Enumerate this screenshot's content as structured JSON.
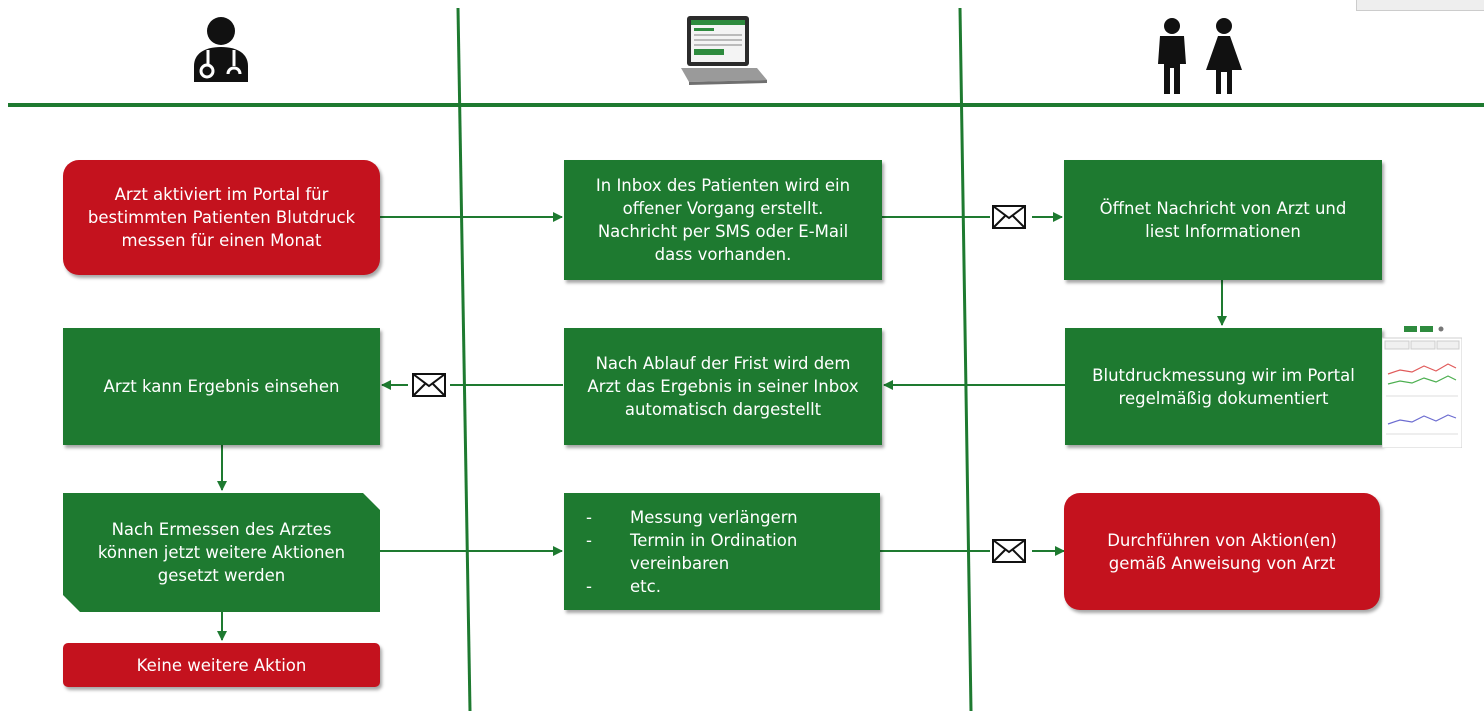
{
  "lanes": {
    "doctor_icon": "doctor-icon",
    "portal_icon": "laptop-icon",
    "patient_icon": "patients-icon"
  },
  "colors": {
    "green": "#1e7a30",
    "red": "#c4121e",
    "line": "#1e7a30"
  },
  "boxes": {
    "arzt_aktiviert": "Arzt aktiviert im Portal für bestimmten Patienten Blutdruck messen für einen Monat",
    "inbox_vorgang": "In Inbox des Patienten wird ein offener Vorgang erstellt. Nachricht per SMS oder E-Mail dass vorhanden.",
    "oeffnet_nachricht": "Öffnet Nachricht von Arzt und liest Informationen",
    "arzt_ergebnis": "Arzt kann Ergebnis einsehen",
    "ablauf_frist": "Nach Ablauf der Frist wird dem Arzt das Ergebnis in seiner Inbox automatisch dargestellt",
    "blutdruckmessung": "Blutdruckmessung wir im Portal regelmäßig dokumentiert",
    "ermessen": "Nach Ermessen des Arztes können jetzt weitere Aktionen gesetzt werden",
    "actions_list": [
      "Messung verlängern",
      "Termin in Ordination vereinbaren",
      "etc."
    ],
    "durchfuehren": "Durchführen von Aktion(en) gemäß Anweisung von Arzt",
    "keine_aktion": "Keine weitere Aktion"
  }
}
